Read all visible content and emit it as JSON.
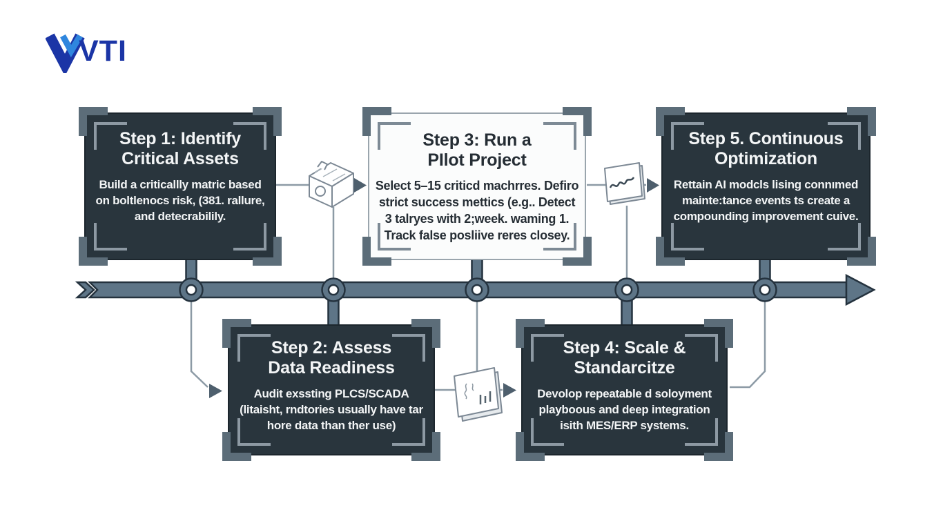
{
  "logo": {
    "text": "VTI"
  },
  "colors": {
    "box_dark": "#29353d",
    "box_light": "#fbfcfc",
    "text_on_dark": "#f3f5f6",
    "text_on_light": "#252d34",
    "timeline_fill": "#5e7587",
    "timeline_outline": "#24323e",
    "thin_connector": "#8c9aa5",
    "small_arrow": "#4e5f6d",
    "corner_tab": "#5c6d79",
    "logo_dark_blue": "#1b35a6",
    "logo_light_blue": "#2f86de"
  },
  "steps": [
    {
      "title_line1": "Step 1: Identify",
      "title_line2": "Critical Assets",
      "body": "Build a criticallly matric based on boltlenocs risk, (381. rallure, and detecrabilily.",
      "variant": "dark"
    },
    {
      "title_line1": "Step 2: Assess",
      "title_line2": "Data Readiness",
      "body": "Audit exssting PLCS/SCADA (litaisht, rndtories usually have tar hore data than ther use)",
      "variant": "dark"
    },
    {
      "title_line1": "Step 3: Run a",
      "title_line2": "PIlot Project",
      "body": "Select 5–15 criticd machrres. Defiro strict success mettics (e.g.. Detect 3 talryes with 2;week. waming 1. Track false posliive reres closey.",
      "variant": "light"
    },
    {
      "title_line1": "Step 4: Scale &",
      "title_line2": "Standarcitze",
      "body": "Devolop repeatable d soloyment playboous and deep integration isith MES/ERP systems.",
      "variant": "dark"
    },
    {
      "title_line1": "Step 5. Continuous",
      "title_line2": "Optimization",
      "body": "Rettain AI modcls lising connımed mainte:tance events ts create a compounding improvement cuive.",
      "variant": "dark"
    }
  ],
  "timeline": {
    "node_count": 5,
    "direction": "left-to-right"
  },
  "icons": [
    {
      "name": "machine-icon",
      "position": "between step 1 and step 3"
    },
    {
      "name": "trend-chart-icon",
      "position": "between step 3 and step 5"
    },
    {
      "name": "report-card-icon",
      "position": "between step 2 and step 4"
    }
  ]
}
